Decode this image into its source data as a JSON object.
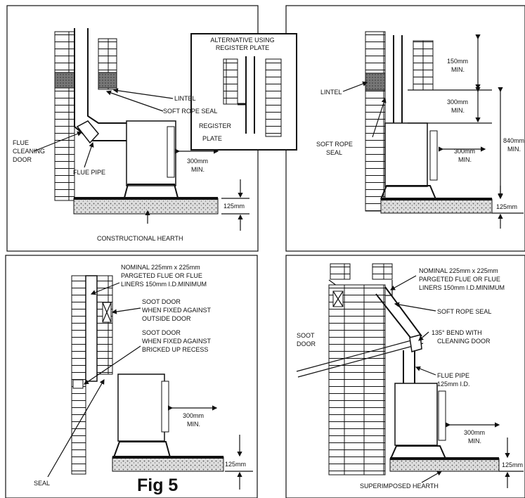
{
  "figure": {
    "caption": "Fig 5",
    "top_left": {
      "alt_title_1": "ALTERNATIVE USING",
      "alt_title_2": "REGISTER PLATE",
      "lintel": "LINTEL",
      "soft_rope_seal": "SOFT ROPE SEAL",
      "register_1": "REGISTER",
      "register_2": "PLATE",
      "flue_1": "FLUE",
      "flue_2": "CLEANING",
      "flue_3": "DOOR",
      "flue_pipe": "FLUE PIPE",
      "clearance_1": "300mm",
      "clearance_2": "MIN.",
      "hearth_height": "125mm",
      "hearth": "CONSTRUCTIONAL HEARTH"
    },
    "top_right": {
      "lintel": "LINTEL",
      "top_1": "150mm",
      "top_2": "MIN.",
      "mid_1": "300mm",
      "mid_2": "MIN.",
      "tall_1": "840mm",
      "tall_2": "MIN.",
      "rope_1": "SOFT ROPE",
      "rope_2": "SEAL",
      "clearance_1": "300mm",
      "clearance_2": "MIN.",
      "hearth_height": "125mm"
    },
    "bottom_left": {
      "nominal_1": "NOMINAL 225mm x 225mm",
      "nominal_2": "PARGETED FLUE OR FLUE",
      "nominal_3": "LINERS 150mm I.D.MINIMUM",
      "soot1_1": "SOOT DOOR",
      "soot1_2": "WHEN FIXED AGAINST",
      "soot1_3": "OUTSIDE DOOR",
      "soot2_1": "SOOT DOOR",
      "soot2_2": "WHEN FIXED AGAINST",
      "soot2_3": "BRICKED UP RECESS",
      "clearance_1": "300mm",
      "clearance_2": "MIN.",
      "hearth_height": "125mm",
      "seal": "SEAL"
    },
    "bottom_right": {
      "nominal_1": "NOMINAL 225mm x 225mm",
      "nominal_2": "PARGETED FLUE OR FLUE",
      "nominal_3": "LINERS 150mm I.D.MINIMUM",
      "soft_rope_seal": "SOFT ROPE SEAL",
      "soot_1": "SOOT",
      "soot_2": "DOOR",
      "bend_1": "135° BEND WITH",
      "bend_2": "CLEANING DOOR",
      "flue_1": "FLUE PIPE",
      "flue_2": "125mm I.D.",
      "clearance_1": "300mm",
      "clearance_2": "MIN.",
      "hearth_height": "125mm",
      "hearth": "SUPERIMPOSED HEARTH"
    }
  }
}
